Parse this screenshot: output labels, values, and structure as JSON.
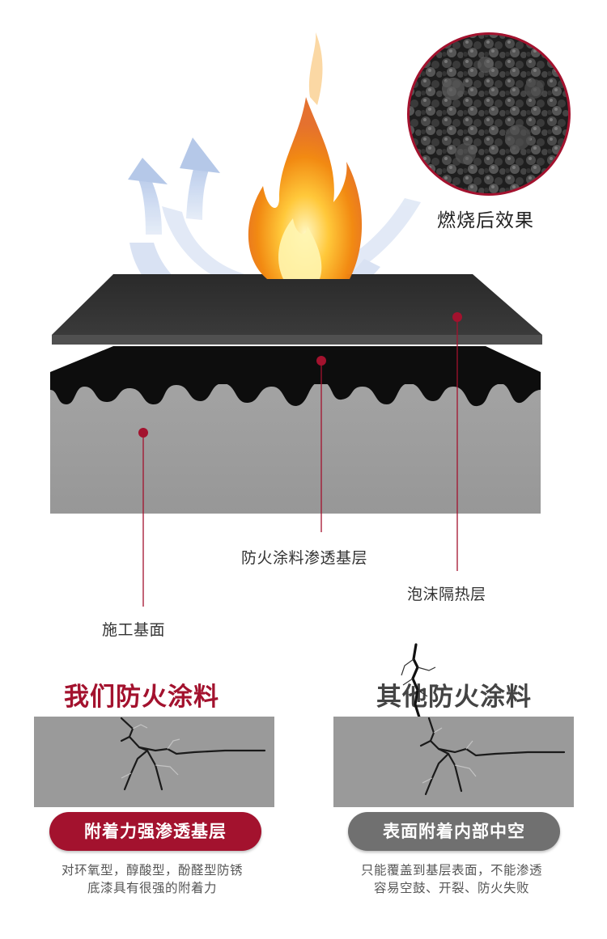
{
  "diagram": {
    "labels": {
      "burn_result": "燃烧后效果",
      "penetration_layer": "防火涂料渗透基层",
      "foam_layer": "泡沫隔热层",
      "base_surface": "施工基面"
    }
  },
  "comparison": {
    "ours": {
      "title": "我们防火涂料",
      "badge": "附着力强渗透基层",
      "desc_line1": "对环氧型，醇酸型，酚醛型防锈",
      "desc_line2": "底漆具有很强的附着力"
    },
    "others": {
      "title": "其他防火涂料",
      "badge": "表面附着内部中空",
      "desc_line1": "只能覆盖到基层表面，不能渗透",
      "desc_line2": "容易空鼓、开裂、防火失败"
    }
  },
  "colors": {
    "accent_red": "#a3122e",
    "heading_gray": "#444444",
    "pill_gray": "#707070"
  }
}
